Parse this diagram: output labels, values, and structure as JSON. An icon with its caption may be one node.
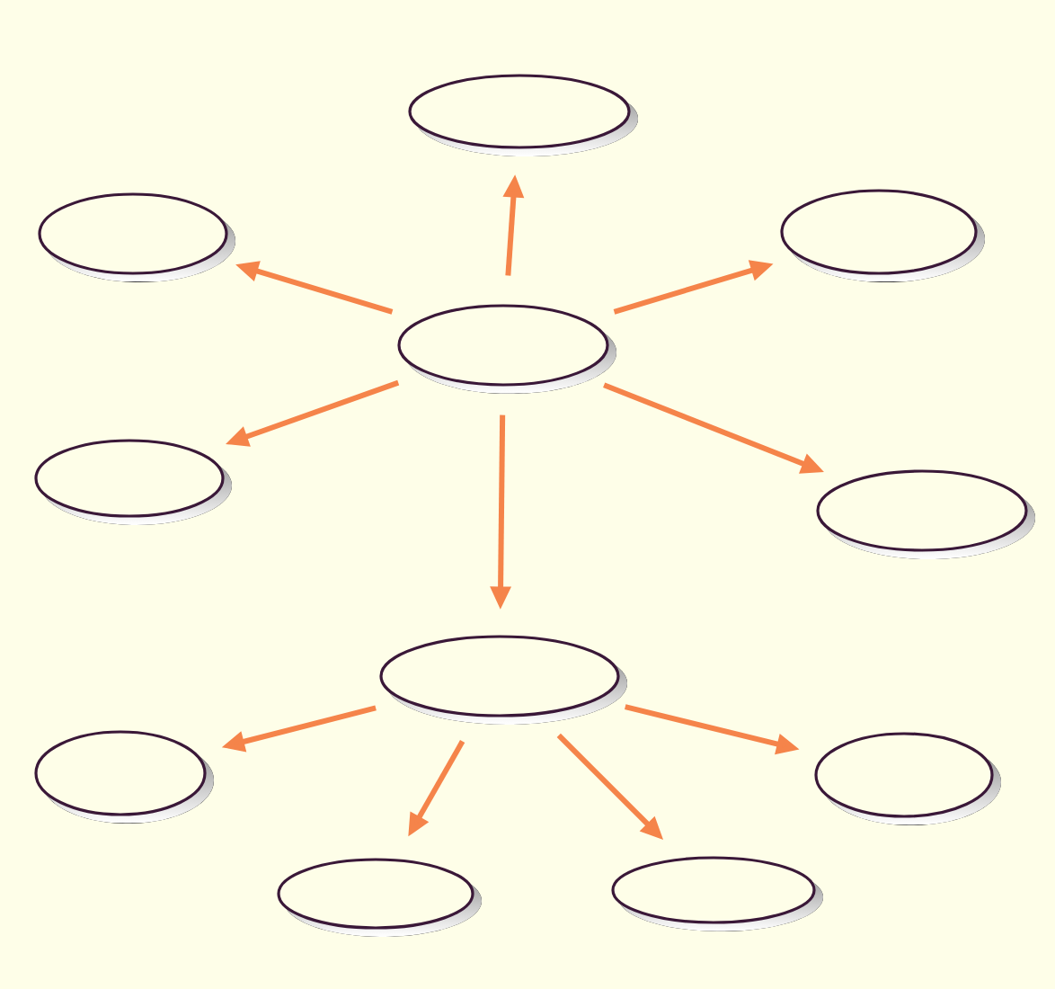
{
  "diagram": {
    "nodes": [
      {
        "text": [],
        "shape": "ellipse"
      },
      {
        "text": [],
        "shape": "ellipse"
      },
      {
        "text": [],
        "shape": "ellipse"
      },
      {
        "text": [],
        "shape": "ellipse"
      },
      {
        "text": [],
        "shape": "ellipse"
      },
      {
        "text": [],
        "shape": "ellipse"
      },
      {
        "text": [],
        "shape": "ellipse"
      },
      {
        "text": [],
        "shape": "ellipse"
      },
      {
        "text": [],
        "shape": "ellipse"
      },
      {
        "text": [],
        "shape": "ellipse"
      },
      {
        "text": [],
        "shape": "ellipse"
      }
    ],
    "edges": [
      {
        "from": 3,
        "to": 0,
        "arrow": "to"
      },
      {
        "from": 3,
        "to": 1,
        "arrow": "to"
      },
      {
        "from": 3,
        "to": 2,
        "arrow": "to"
      },
      {
        "from": 3,
        "to": 4,
        "arrow": "to"
      },
      {
        "from": 3,
        "to": 5,
        "arrow": "to"
      },
      {
        "from": 3,
        "to": 6,
        "arrow": "to"
      },
      {
        "from": 6,
        "to": 7,
        "arrow": "to"
      },
      {
        "from": 6,
        "to": 9,
        "arrow": "to"
      },
      {
        "from": 6,
        "to": 10,
        "arrow": "to"
      },
      {
        "from": 6,
        "to": 8,
        "arrow": "to"
      }
    ]
  }
}
